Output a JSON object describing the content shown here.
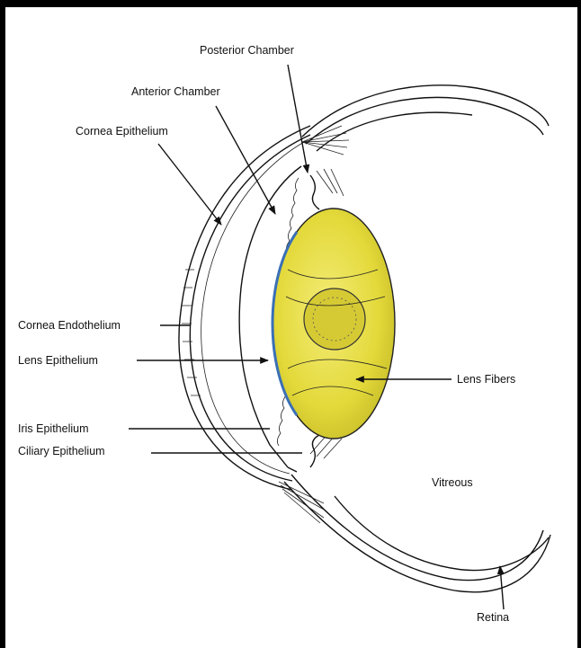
{
  "labels": {
    "posterior_chamber": "Posterior Chamber",
    "anterior_chamber": "Anterior Chamber",
    "cornea_epithelium": "Cornea Epithelium",
    "cornea_endothelium": "Cornea Endothelium",
    "lens_epithelium": "Lens Epithelium",
    "lens_fibers": "Lens Fibers",
    "iris_epithelium": "Iris Epithelium",
    "ciliary_epithelium": "Ciliary Epithelium",
    "vitreous": "Vitreous",
    "retina": "Retina"
  },
  "colors": {
    "lens_fill": "#e6dd3a",
    "lens_highlight": "#f2ea6a",
    "lens_epithelium": "#3a6fb5",
    "line": "#111111",
    "background": "#ffffff",
    "frame": "#000000"
  }
}
